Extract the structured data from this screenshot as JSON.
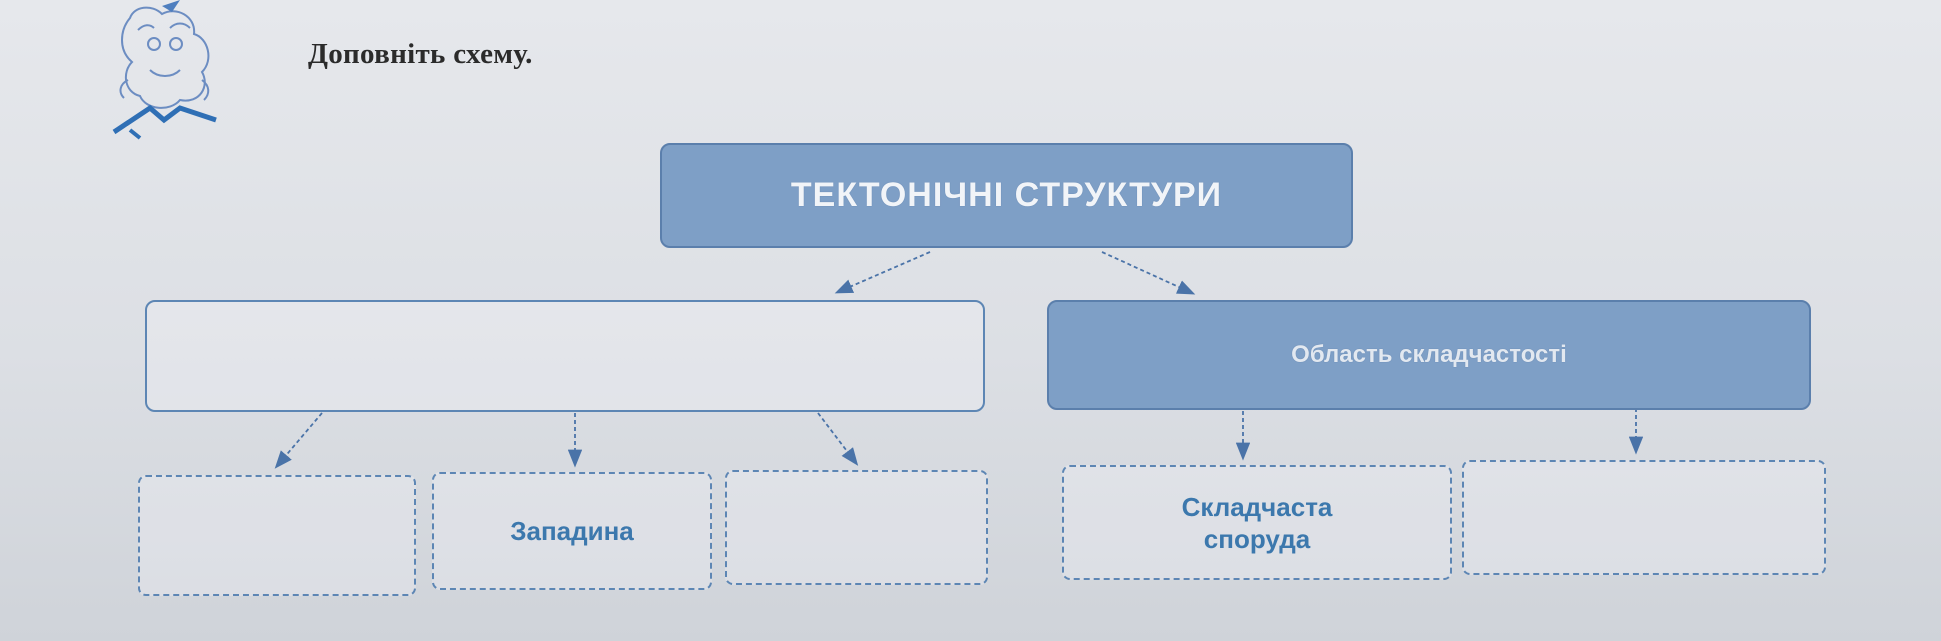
{
  "instruction": "Доповніть схему.",
  "diagram": {
    "root": "ТЕКТОНІЧНІ СТРУКТУРИ",
    "left_category": "",
    "right_category": "Область складчастості",
    "left_children": [
      "",
      "Западина",
      ""
    ],
    "right_children": [
      {
        "line1": "Складчаста",
        "line2": "споруда"
      },
      {
        "line1": "",
        "line2": ""
      }
    ]
  },
  "colors": {
    "accent_fill": "#7e9fc6",
    "border": "#5d86b4",
    "leaf_text": "#3c78ad"
  },
  "icons": [
    "mascot-icon"
  ]
}
